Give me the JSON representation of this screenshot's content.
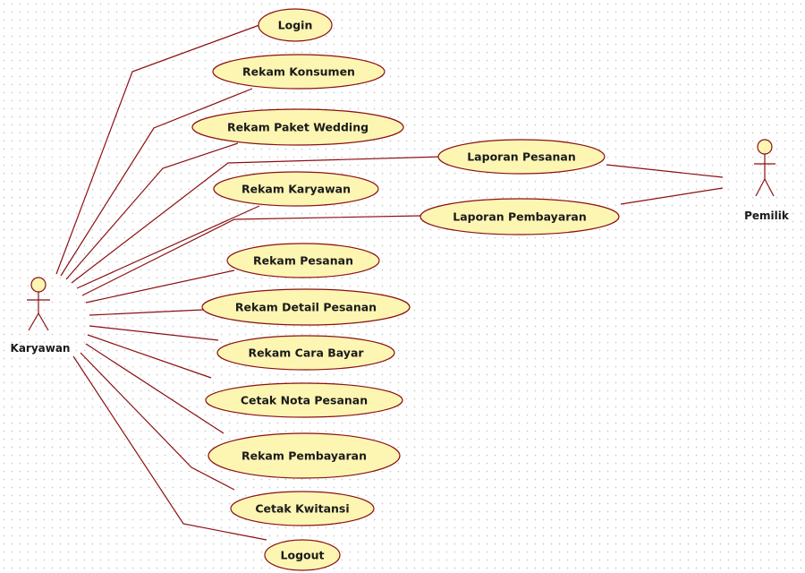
{
  "diagram": {
    "type": "use-case",
    "actors": {
      "karyawan": {
        "label": "Karyawan"
      },
      "pemilik": {
        "label": "Pemilik"
      }
    },
    "use_cases": {
      "login": "Login",
      "rekam_konsumen": "Rekam Konsumen",
      "rekam_paket_wedding": "Rekam Paket Wedding",
      "rekam_karyawan": "Rekam Karyawan",
      "rekam_pesanan": "Rekam Pesanan",
      "rekam_detail_pesanan": "Rekam Detail Pesanan",
      "rekam_cara_bayar": "Rekam Cara Bayar",
      "cetak_nota_pesanan": "Cetak Nota Pesanan",
      "rekam_pembayaran": "Rekam Pembayaran",
      "cetak_kwitansi": "Cetak Kwitansi",
      "logout": "Logout",
      "laporan_pesanan": "Laporan Pesanan",
      "laporan_pembayaran": "Laporan Pembayaran"
    },
    "associations": [
      [
        "karyawan",
        "login"
      ],
      [
        "karyawan",
        "rekam_konsumen"
      ],
      [
        "karyawan",
        "rekam_paket_wedding"
      ],
      [
        "karyawan",
        "laporan_pesanan"
      ],
      [
        "karyawan",
        "rekam_karyawan"
      ],
      [
        "karyawan",
        "laporan_pembayaran"
      ],
      [
        "karyawan",
        "rekam_pesanan"
      ],
      [
        "karyawan",
        "rekam_detail_pesanan"
      ],
      [
        "karyawan",
        "rekam_cara_bayar"
      ],
      [
        "karyawan",
        "cetak_nota_pesanan"
      ],
      [
        "karyawan",
        "rekam_pembayaran"
      ],
      [
        "karyawan",
        "cetak_kwitansi"
      ],
      [
        "karyawan",
        "logout"
      ],
      [
        "pemilik",
        "laporan_pesanan"
      ],
      [
        "pemilik",
        "laporan_pembayaran"
      ]
    ],
    "colors": {
      "use_case_fill": "#fdf6b3",
      "line": "#8b0f12",
      "text": "#1a1a1a"
    }
  }
}
